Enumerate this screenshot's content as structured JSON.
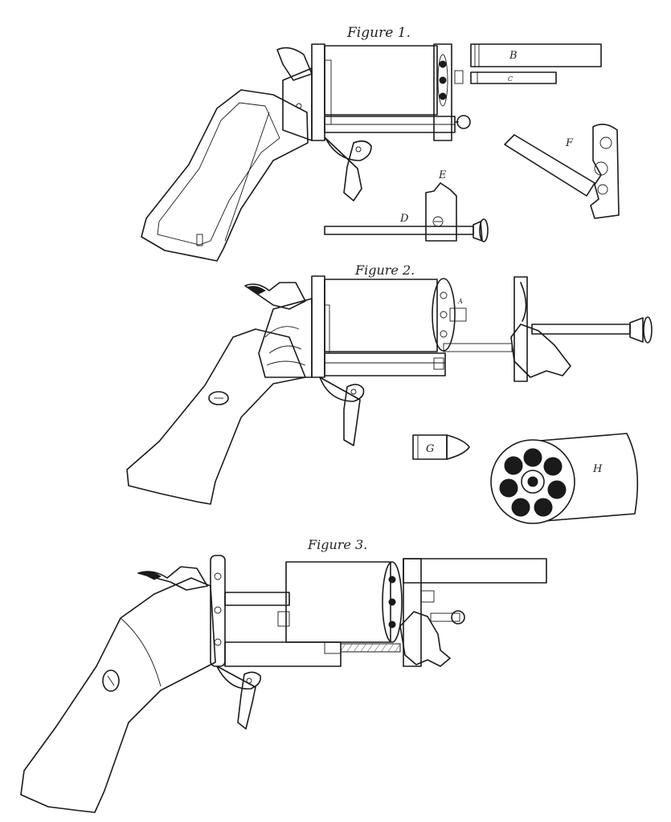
{
  "figures": [
    {
      "title": "Figure 1."
    },
    {
      "title": "Figure 2."
    },
    {
      "title": "Figure 3."
    }
  ],
  "part_labels": {
    "A": "A",
    "B": "B",
    "C": "C",
    "D": "D",
    "E": "E",
    "F": "F",
    "G": "G",
    "H": "H"
  },
  "colors": {
    "ink": "#1a1a1a",
    "paper": "#ffffff"
  }
}
